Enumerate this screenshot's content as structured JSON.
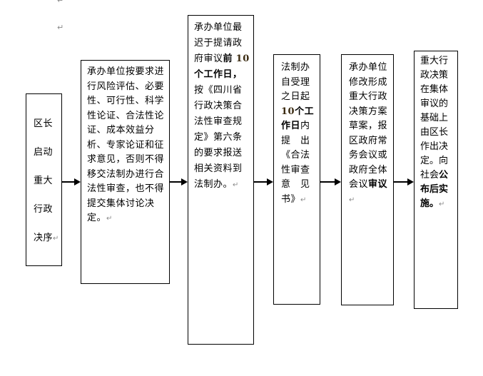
{
  "paragraph_mark": "↵",
  "boxes": [
    {
      "id": "start",
      "lines": [
        "区长",
        "启动",
        "重大",
        "行政",
        "决序"
      ]
    },
    {
      "id": "risk-assessment",
      "text": "承办单位按要求进行风险评估、必要性、可行性、科学性论证、合法性论证、成本效益分析、专家论证和征求意见，否则不得移交法制办进行合法性审查，也不得提交集体讨论决定。"
    },
    {
      "id": "submit-materials",
      "text_before": "承办单位最迟于提请政府审议",
      "bold_1": "前",
      "num": "10",
      "bold_2": "个工作日，",
      "text_after": "按《四川省行政决策合法性审查规定》第六条的要求报送相关资料到法制办。"
    },
    {
      "id": "legal-review",
      "text_before": "法制办自受理之日起",
      "num": "10",
      "bold": "个工作日",
      "text_after": "内提　出《合法性审查意　见书》"
    },
    {
      "id": "revise-draft",
      "text_before": "承办单位修改形成重大行政决策方案草案，报区政府常务会议或政府全体会议",
      "bold": "审议"
    },
    {
      "id": "decision",
      "text_before": "重大行政决策在集体审议的基础上由区长作出决定。向社会",
      "bold": "公布后实施。"
    }
  ]
}
